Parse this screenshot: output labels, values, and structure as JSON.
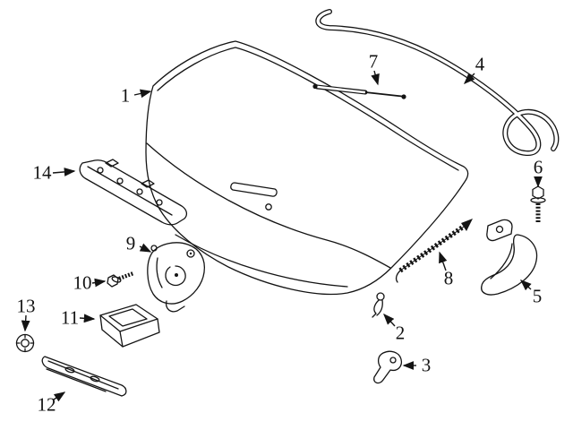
{
  "colors": {
    "background": "#ffffff",
    "line": "#141414",
    "label_text": "#121212"
  },
  "callouts": [
    {
      "number": "1",
      "part": "trunk-lid-panel"
    },
    {
      "number": "2",
      "part": "retaining-clip"
    },
    {
      "number": "3",
      "part": "mounting-bracket"
    },
    {
      "number": "4",
      "part": "weatherstrip-seal"
    },
    {
      "number": "5",
      "part": "hinge-arm"
    },
    {
      "number": "6",
      "part": "hex-flange-bolt"
    },
    {
      "number": "7",
      "part": "gas-support-strut"
    },
    {
      "number": "8",
      "part": "torsion-spring-rod"
    },
    {
      "number": "9",
      "part": "trunk-lock-latch"
    },
    {
      "number": "10",
      "part": "latch-bolt"
    },
    {
      "number": "11",
      "part": "striker-cover"
    },
    {
      "number": "12",
      "part": "trim-strip"
    },
    {
      "number": "13",
      "part": "grommet-nut"
    },
    {
      "number": "14",
      "part": "hinge-mounting-rail"
    }
  ]
}
